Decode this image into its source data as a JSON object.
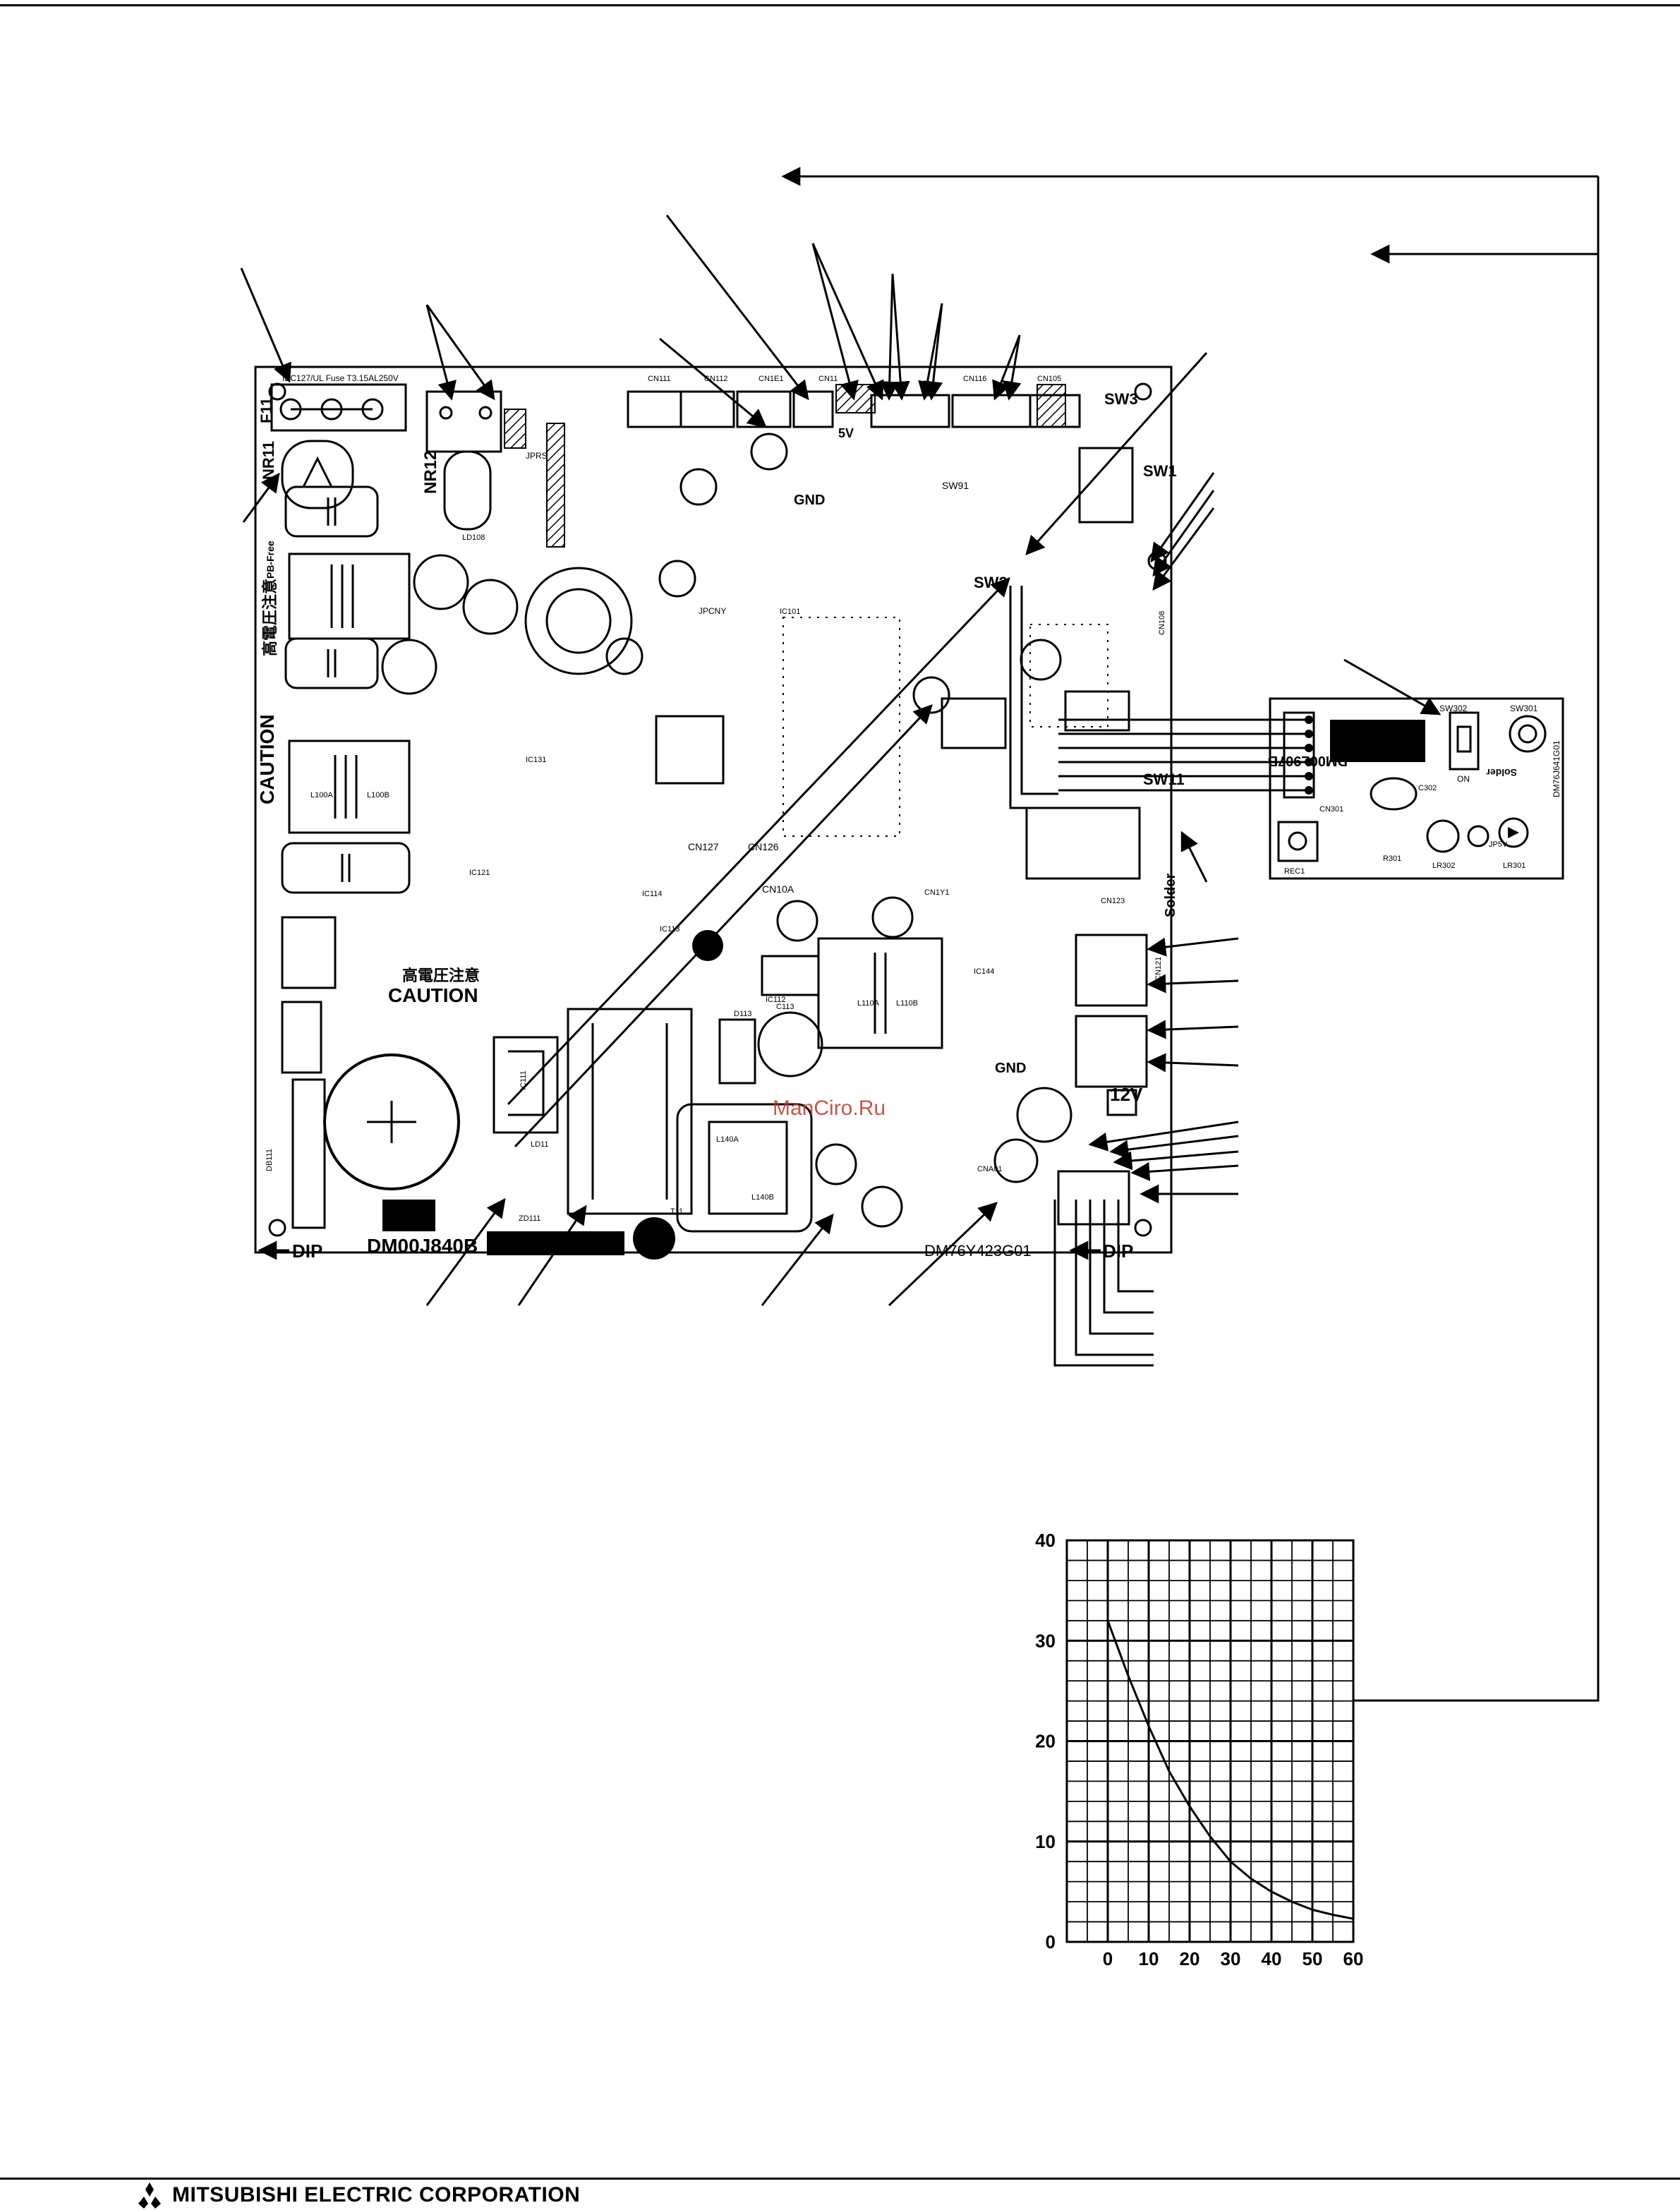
{
  "footer": {
    "brand": "MITSUBISHI ELECTRIC CORPORATION",
    "logo_icon": "three-diamonds-logo-icon"
  },
  "main_board": {
    "model": "DM00J840B",
    "part_no": "DM76Y423G01",
    "fuse_label": "IEC127/UL Fuse T3.15AL250V",
    "fuse_id": "F11",
    "varistor_1": "NR11",
    "varistor_2": "NR12",
    "caution_1": "CAUTION",
    "caution_2": "CAUTION",
    "warning_jp": "高電圧注意",
    "pb_free": "PB-Free",
    "gnd": "GND",
    "gnd_2": "GND",
    "v5": "5V",
    "v12": "12V",
    "sw1": "SW1",
    "sw2": "SW2",
    "sw3": "SW3",
    "sw11": "SW11",
    "sw91": "SW91",
    "dip_left": "DIP",
    "dip_right": "DIP",
    "solder": "Solder",
    "cn_labels": [
      "CN111",
      "CN112",
      "CN1E1",
      "CN11",
      "CN116",
      "CN105",
      "CN108",
      "CN123",
      "CN127",
      "CN126",
      "CN10A",
      "CN1Y1",
      "CN121",
      "CNA01"
    ],
    "ic_labels": [
      "IC111",
      "IC112",
      "IC113",
      "IC121",
      "IC131",
      "IC101",
      "IC144",
      "IC114"
    ],
    "misc_labels": [
      "JPCNY",
      "JPRS",
      "L140A",
      "L140B",
      "L110A",
      "L110B",
      "L100A",
      "L100B",
      "LD108",
      "LD11",
      "D113",
      "C113",
      "T11",
      "ZD111",
      "DB111"
    ]
  },
  "sub_board": {
    "model": "DM00L907B",
    "part_no": "DM76J641G01",
    "switch_1": "SW302",
    "switch_2": "SW301",
    "on_label": "ON",
    "solder": "Solder",
    "labels": [
      "CN301",
      "C302",
      "R301",
      "LR302",
      "LR301",
      "JP5V",
      "REC1"
    ]
  },
  "watermark": "ManCiro.Ru",
  "chart_data": {
    "type": "line",
    "y_ticks": [
      "40",
      "30",
      "20",
      "10",
      "0"
    ],
    "x_ticks": [
      "0",
      "10",
      "20",
      "30",
      "40",
      "50",
      "60"
    ],
    "xlim": [
      -10,
      60
    ],
    "ylim": [
      0,
      40
    ],
    "grid": true,
    "series": [
      {
        "x": [
          0,
          5,
          10,
          15,
          20,
          25,
          30,
          35,
          40,
          45,
          50,
          55,
          60
        ],
        "y": [
          32,
          26.5,
          21.5,
          17,
          13.5,
          10.5,
          8,
          6.3,
          5,
          4,
          3.2,
          2.7,
          2.3
        ]
      }
    ]
  }
}
